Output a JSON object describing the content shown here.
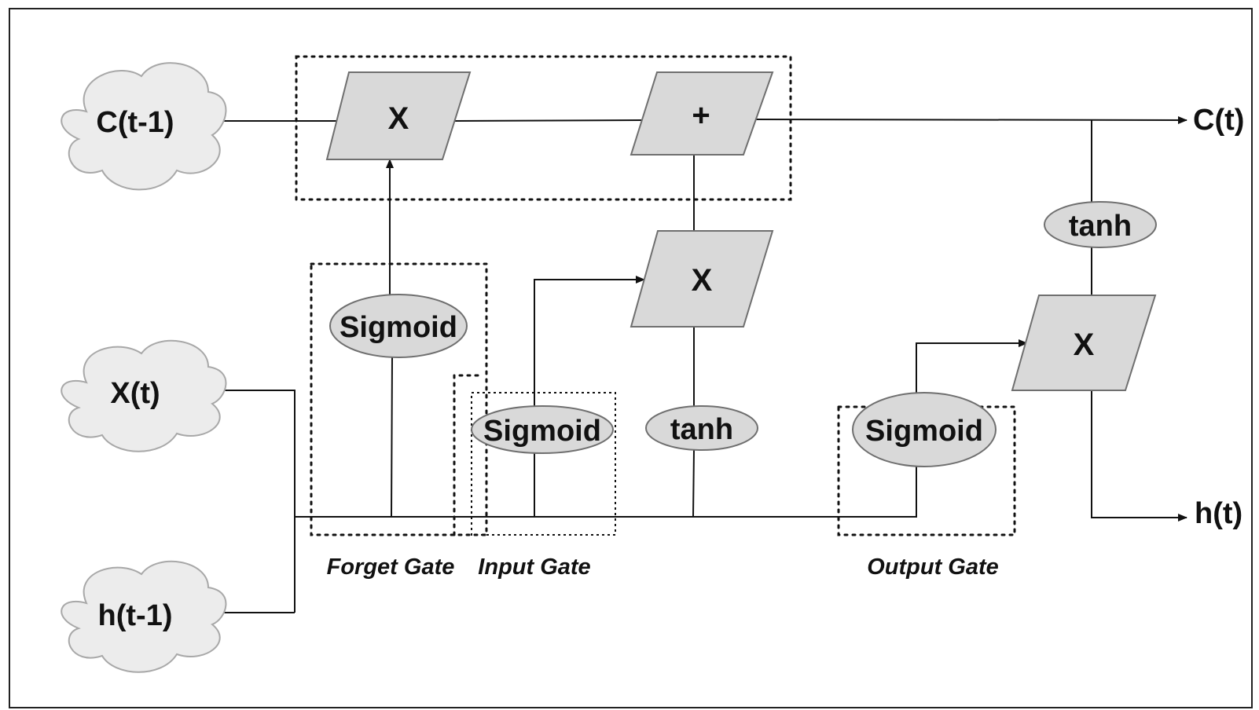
{
  "inputs": {
    "prev_cell": "C(t-1)",
    "input": "X(t)",
    "prev_hidden": "h(t-1)"
  },
  "outputs": {
    "cell": "C(t)",
    "hidden": "h(t)"
  },
  "operators": {
    "forget_multiply": "X",
    "cell_add": "+",
    "input_multiply": "X",
    "output_multiply": "X"
  },
  "activations": {
    "forget_sigmoid": "Sigmoid",
    "input_sigmoid": "Sigmoid",
    "input_tanh": "tanh",
    "output_sigmoid": "Sigmoid",
    "cell_tanh": "tanh"
  },
  "gates": {
    "forget": "Forget Gate",
    "input": "Input Gate",
    "output": "Output Gate"
  }
}
